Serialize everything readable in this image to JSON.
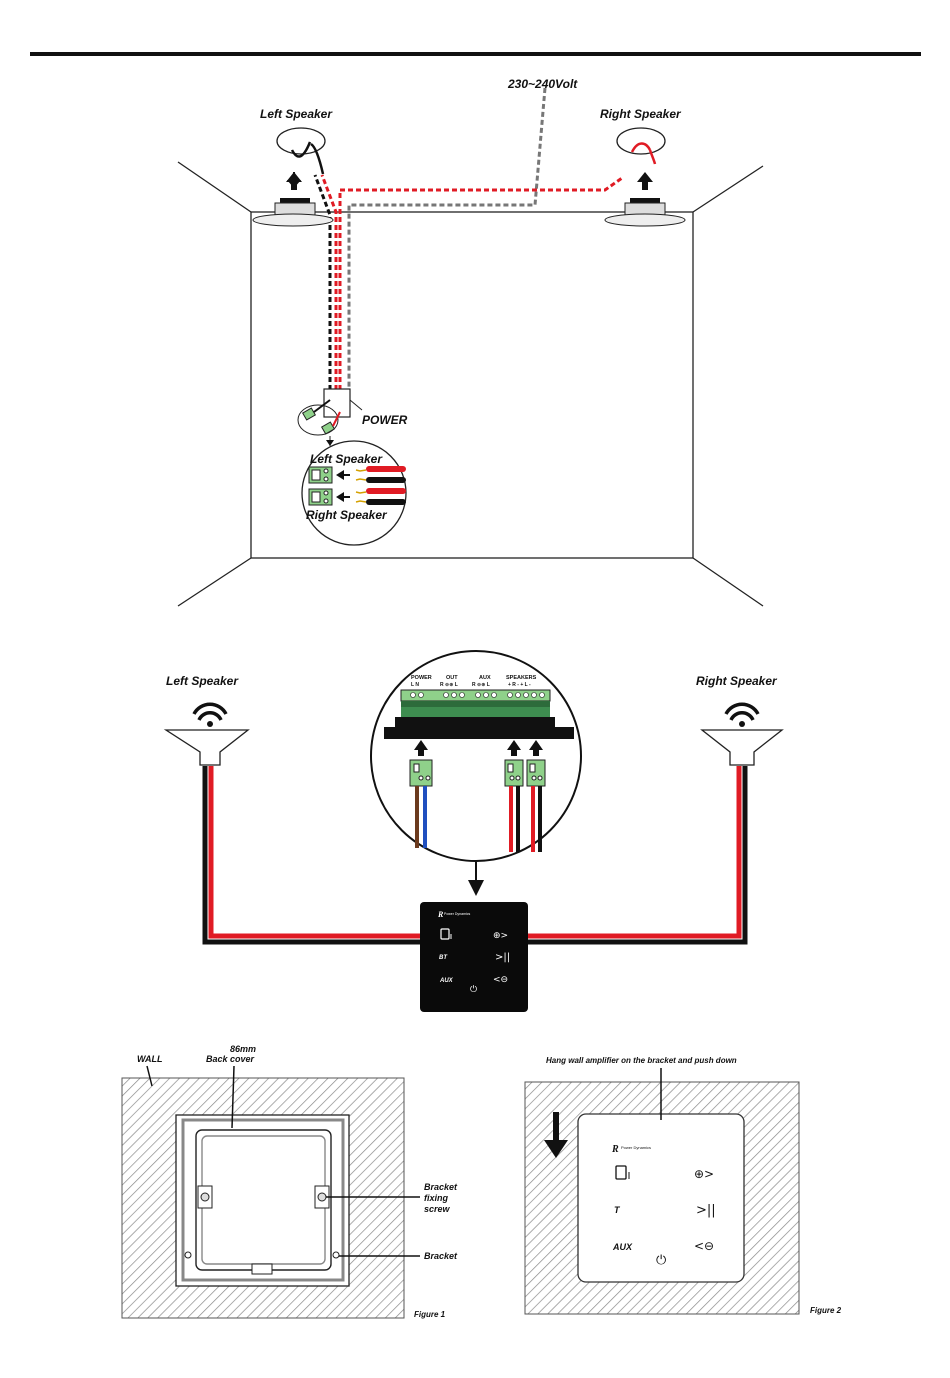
{
  "room_diagram": {
    "mains_label": "230~240Volt",
    "left_speaker_label": "Left Speaker",
    "right_speaker_label": "Right Speaker",
    "power_label": "POWER",
    "detail_left_label": "Left Speaker",
    "detail_right_label": "Right Speaker"
  },
  "wiring_diagram": {
    "left_speaker_label": "Left Speaker",
    "right_speaker_label": "Right Speaker",
    "terminal_groups": [
      {
        "name": "POWER",
        "pins": "L  N"
      },
      {
        "name": "OUT",
        "pins": "R  ⊖⊕  L"
      },
      {
        "name": "AUX",
        "pins": "R  ⊖⊕  L"
      },
      {
        "name": "SPEAKERS",
        "pins": "+ R -  + L -"
      }
    ],
    "panel_buttons": {
      "bt": "BT",
      "aux": "AUX"
    }
  },
  "figure1": {
    "wall_label": "WALL",
    "back_cover_label_line1": "86mm",
    "back_cover_label_line2": "Back cover",
    "screw_label_line1": "Bracket",
    "screw_label_line2": "fixing",
    "screw_label_line3": "screw",
    "bracket_label": "Bracket",
    "caption": "Figure 1"
  },
  "figure2": {
    "instruction": "Hang wall amplifier on the bracket and push down",
    "caption": "Figure 2",
    "panel_buttons": {
      "bt": "T",
      "aux": "AUX"
    }
  },
  "colors": {
    "wire_red": "#e01b24",
    "wire_black": "#111111",
    "wire_brown": "#6b3a1e",
    "wire_blue": "#1f4fbf",
    "connector_green": "#8fd18a",
    "dashed_mains": "#777777"
  }
}
